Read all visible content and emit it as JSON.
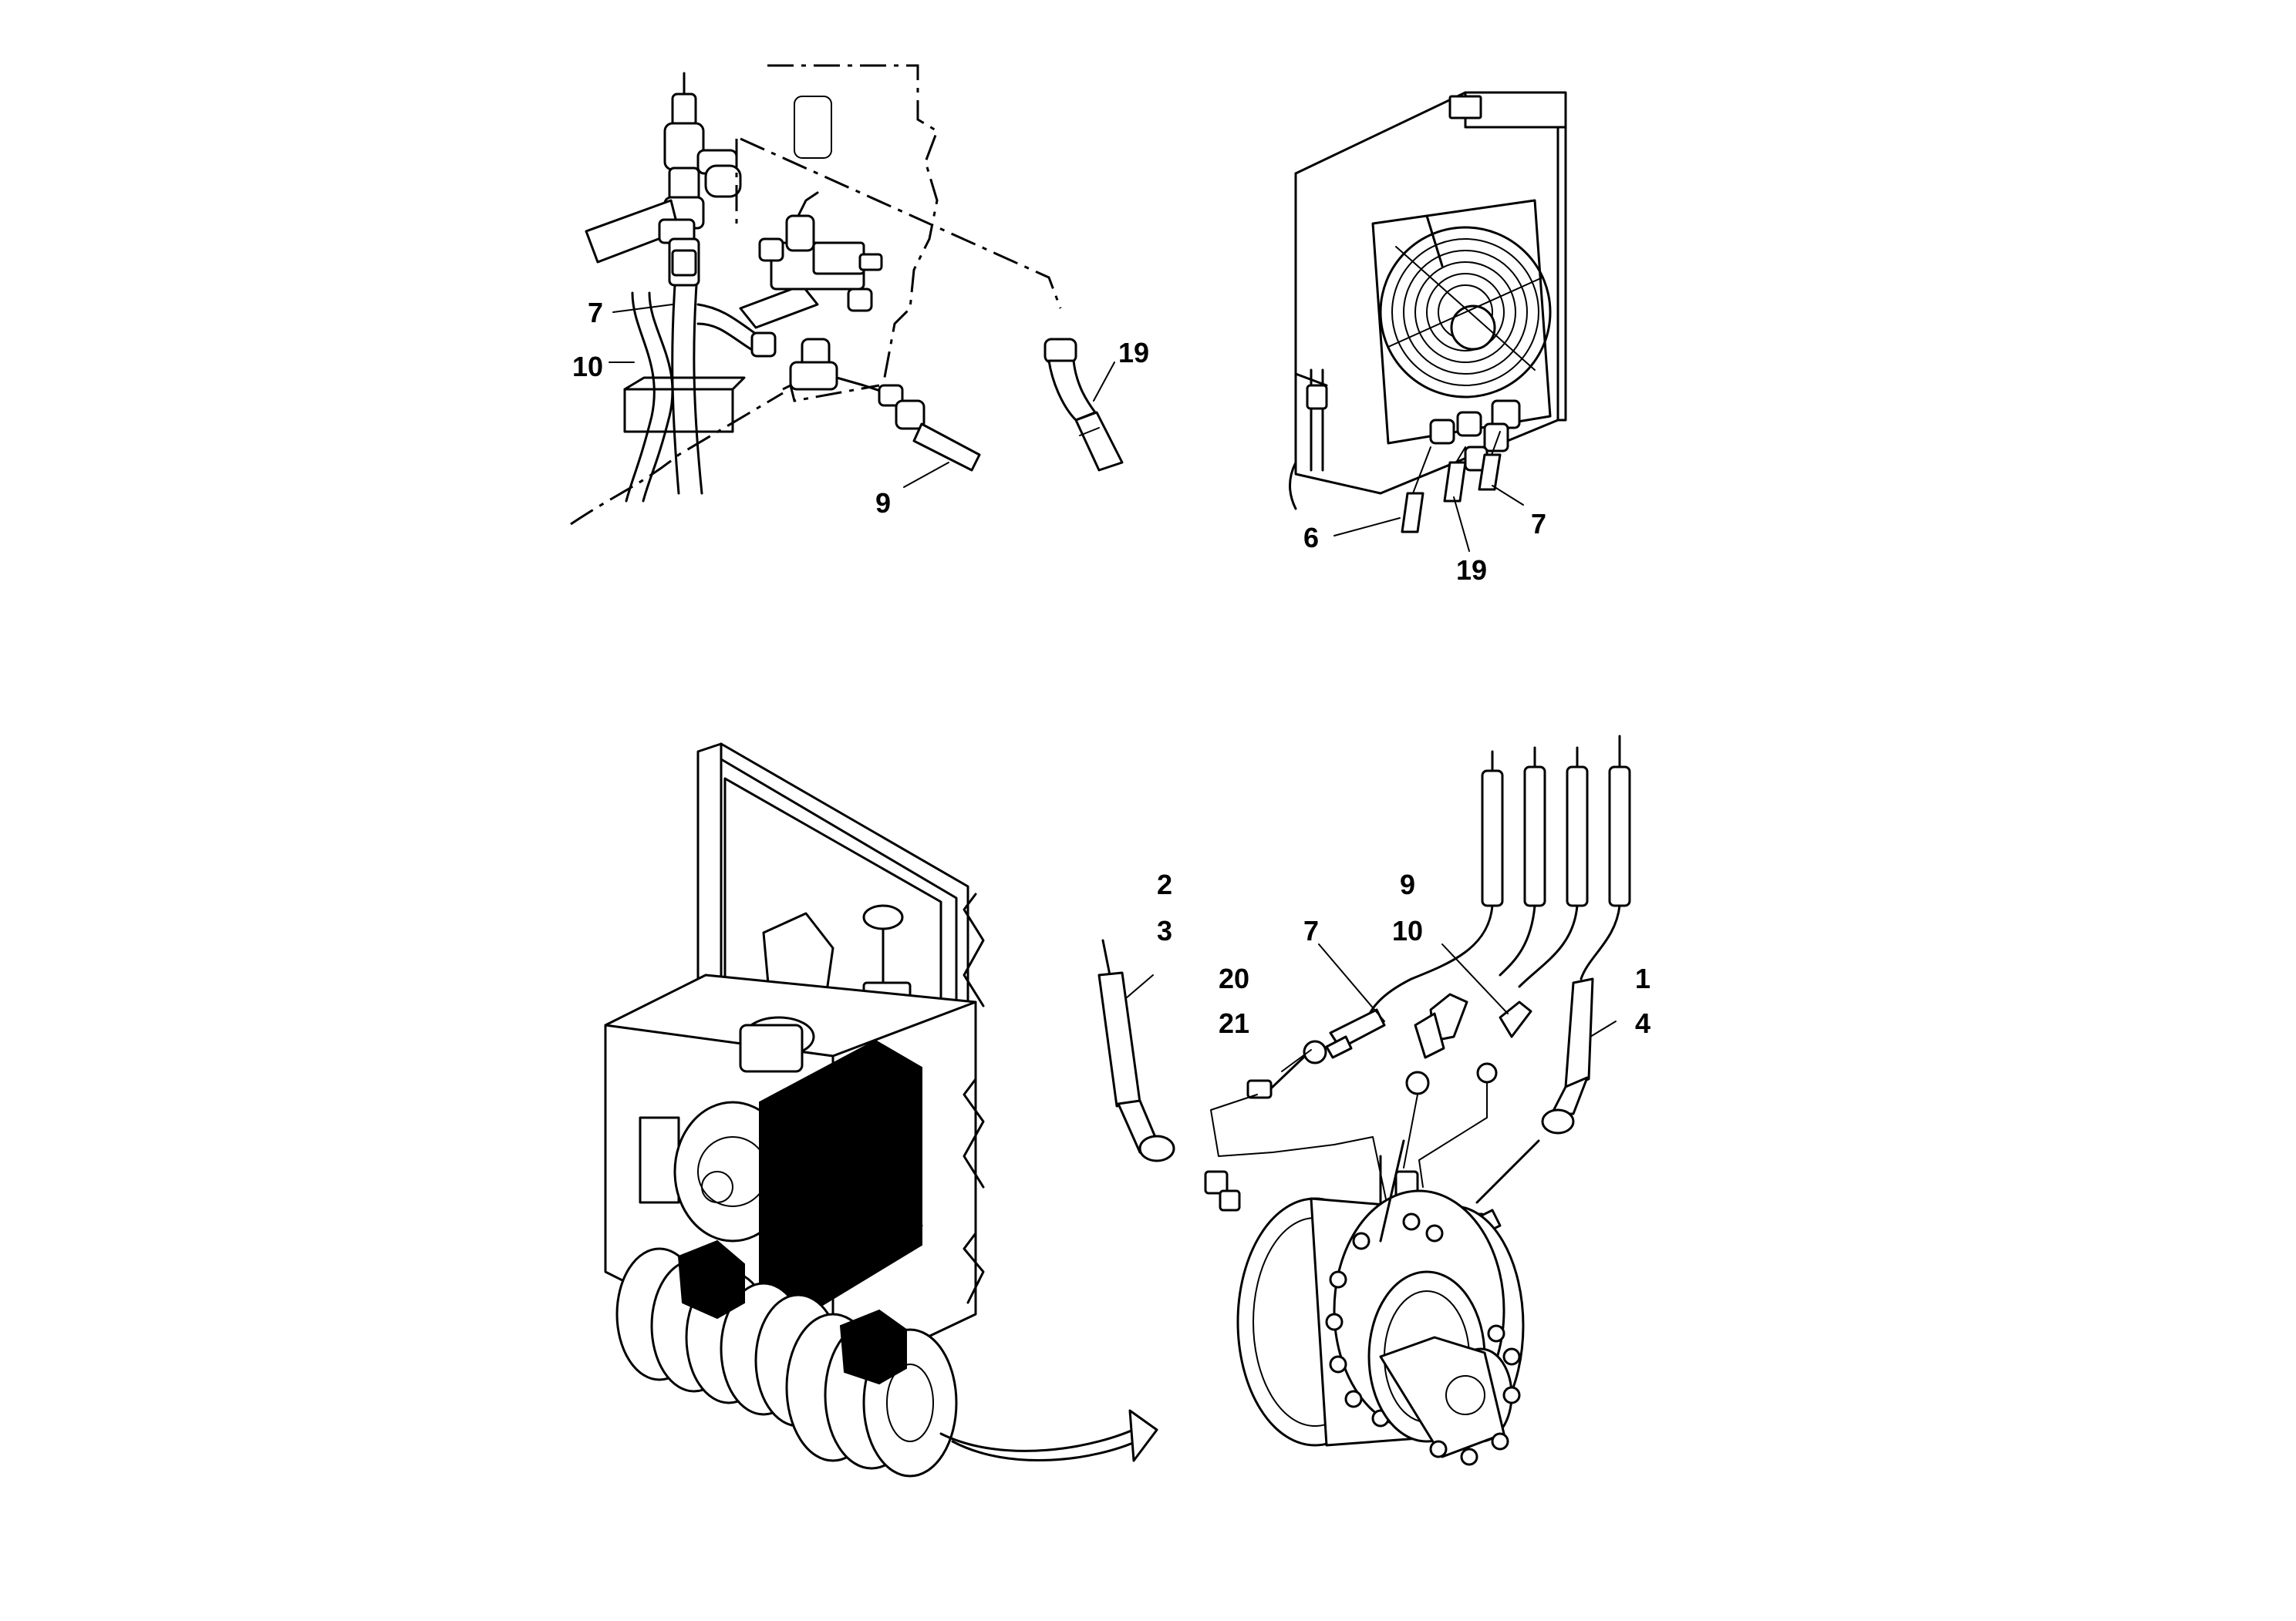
{
  "callouts": {
    "top_left": {
      "c7": "7",
      "c10": "10",
      "c9": "9",
      "c19": "19"
    },
    "top_right": {
      "c6": "6",
      "c19": "19",
      "c7": "7"
    },
    "bottom_right": {
      "c2": "2",
      "c3": "3",
      "c9": "9",
      "c7": "7",
      "c10": "10",
      "c20": "20",
      "c21": "21",
      "c1": "1",
      "c4": "4"
    }
  }
}
